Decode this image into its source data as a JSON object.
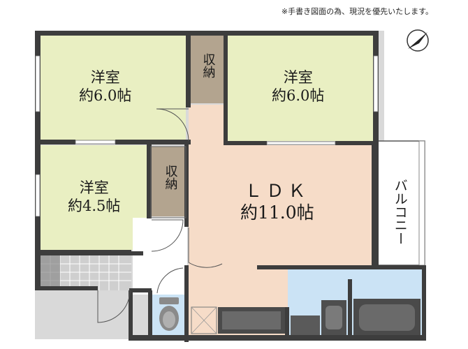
{
  "note": "※手書き図面の為、現況を優先いたします。",
  "rooms": [
    {
      "id": "w1",
      "name": "洋室",
      "size": "約6.0帖"
    },
    {
      "id": "w2",
      "name": "洋室",
      "size": "約6.0帖"
    },
    {
      "id": "w3",
      "name": "洋室",
      "size": "約4.5帖"
    },
    {
      "id": "ldk",
      "name": "ＬＤＫ",
      "size": "約11.0帖"
    }
  ],
  "closets": [
    {
      "label": "収納"
    },
    {
      "label": "収納"
    }
  ],
  "balcony": {
    "label": "バルコニー"
  },
  "compass": {
    "icon": "compass-icon"
  },
  "colors": {
    "wall": "#3d3d3d",
    "western_room": "#e9efc2",
    "ldk": "#f6dcc8",
    "closet": "#b3a48f",
    "water": "#cbe3f5",
    "entrance": "#cfcfcf",
    "background": "#ffffff"
  }
}
